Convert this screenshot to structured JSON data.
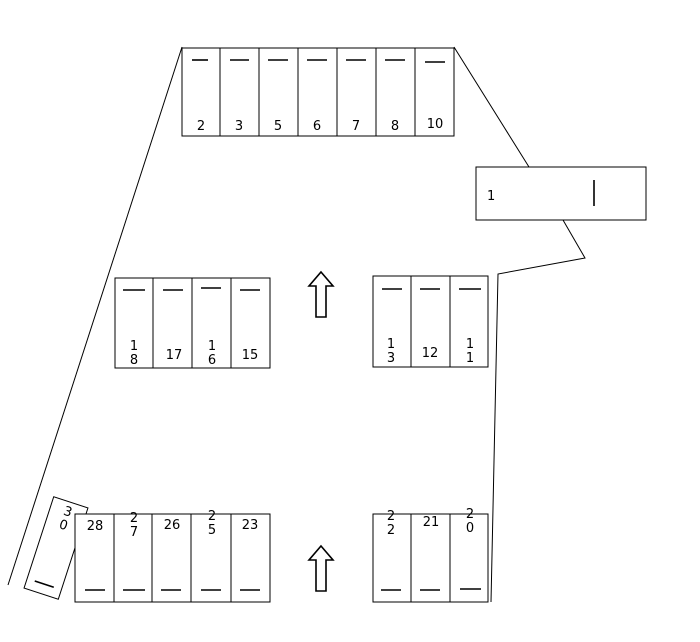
{
  "lot": {
    "stalls": [
      {
        "id": "2",
        "lines": [
          "2"
        ]
      },
      {
        "id": "3",
        "lines": [
          "3"
        ]
      },
      {
        "id": "5",
        "lines": [
          "5"
        ]
      },
      {
        "id": "6",
        "lines": [
          "6"
        ]
      },
      {
        "id": "7",
        "lines": [
          "7"
        ]
      },
      {
        "id": "8",
        "lines": [
          "8"
        ]
      },
      {
        "id": "10",
        "lines": [
          "10"
        ]
      },
      {
        "id": "1",
        "lines": [
          "1"
        ]
      },
      {
        "id": "18",
        "lines": [
          "1",
          "8"
        ]
      },
      {
        "id": "17",
        "lines": [
          "17"
        ]
      },
      {
        "id": "16",
        "lines": [
          "1",
          "6"
        ]
      },
      {
        "id": "15",
        "lines": [
          "15"
        ]
      },
      {
        "id": "13",
        "lines": [
          "1",
          "3"
        ]
      },
      {
        "id": "12",
        "lines": [
          "12"
        ]
      },
      {
        "id": "11",
        "lines": [
          "1",
          "1"
        ]
      },
      {
        "id": "30",
        "lines": [
          "3",
          "0"
        ]
      },
      {
        "id": "28",
        "lines": [
          "28"
        ]
      },
      {
        "id": "27",
        "lines": [
          "2",
          "7"
        ]
      },
      {
        "id": "26",
        "lines": [
          "26"
        ]
      },
      {
        "id": "25",
        "lines": [
          "2",
          "5"
        ]
      },
      {
        "id": "23",
        "lines": [
          "23"
        ]
      },
      {
        "id": "22",
        "lines": [
          "2",
          "2"
        ]
      },
      {
        "id": "21",
        "lines": [
          "21"
        ]
      },
      {
        "id": "20",
        "lines": [
          "2",
          "0"
        ]
      }
    ],
    "arrows": [
      {
        "id": "middle",
        "direction": "up"
      },
      {
        "id": "bottom",
        "direction": "up"
      }
    ]
  }
}
